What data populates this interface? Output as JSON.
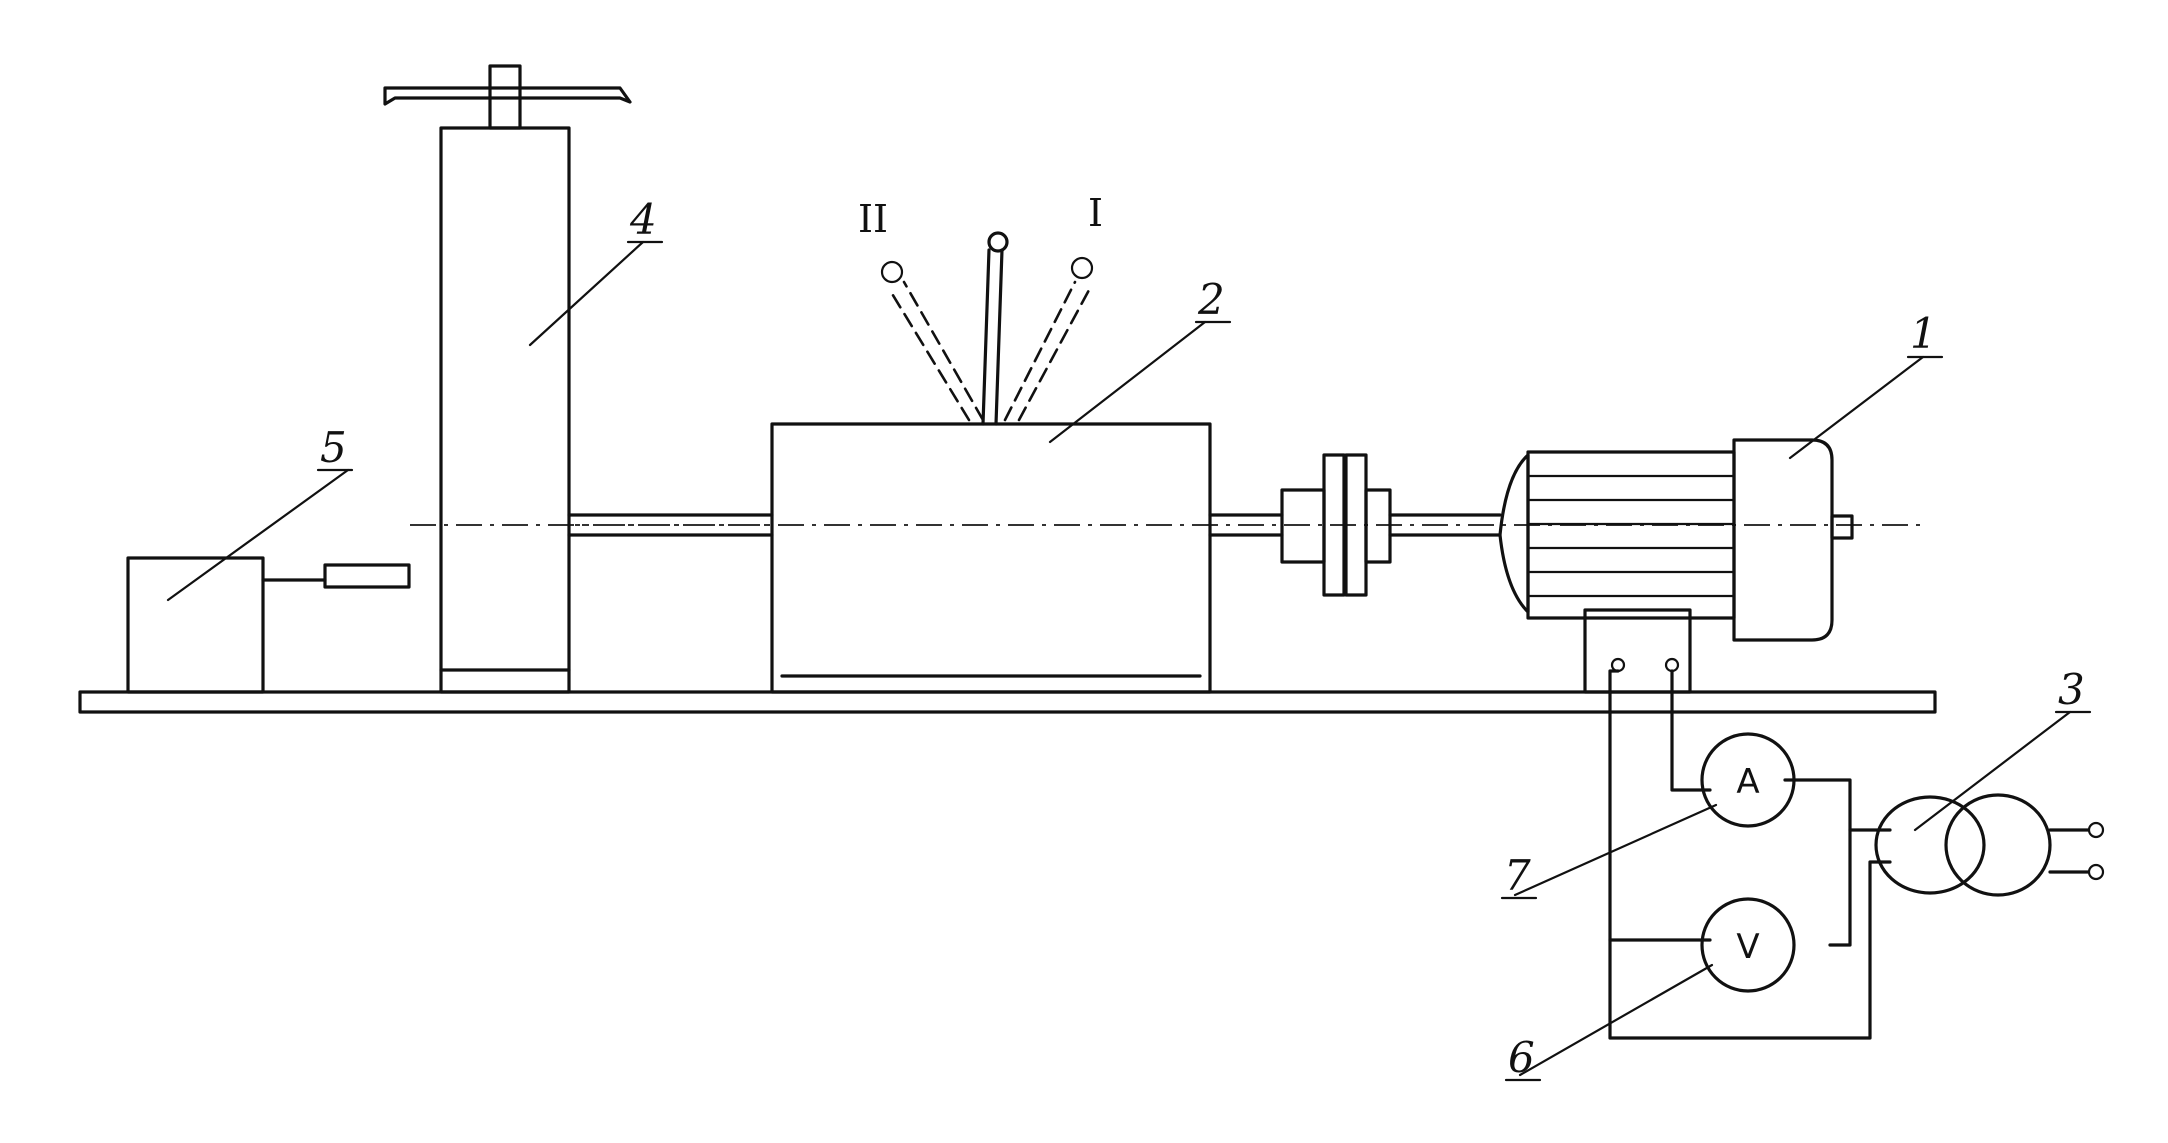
{
  "labels": {
    "n1": "1",
    "n2": "2",
    "n3": "3",
    "n4": "4",
    "n5": "5",
    "n6": "6",
    "n7": "7",
    "pos1": "I",
    "pos2": "II"
  },
  "meters": {
    "ammeter": "A",
    "voltmeter": "V"
  }
}
